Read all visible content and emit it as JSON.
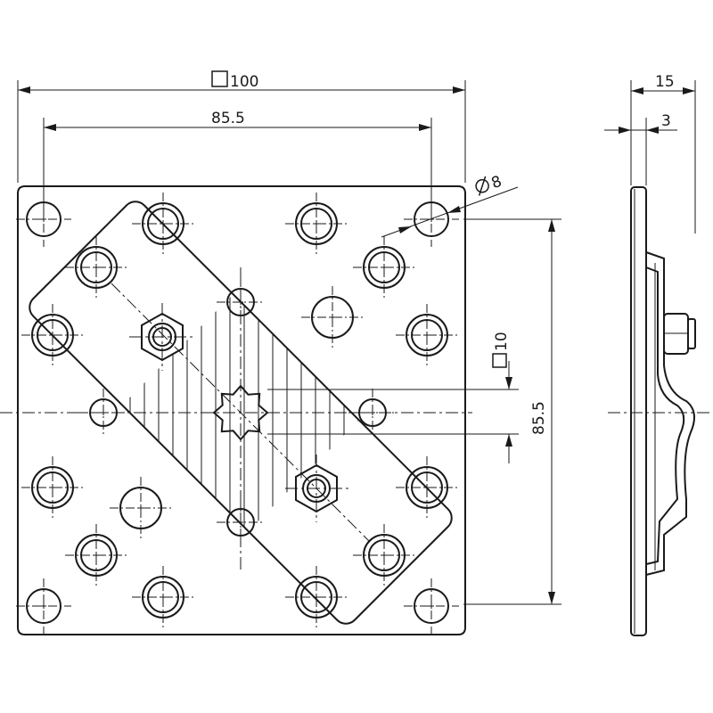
{
  "dimensions": {
    "plate_size": "100",
    "hole_pitch": "85.5",
    "hole_diameter": "8",
    "plate_thickness_total": "15",
    "plate_thickness": "3",
    "square_drive": "10",
    "vertical_pitch": "85.5"
  },
  "colors": {
    "line": "#1a1a1a",
    "background": "#ffffff"
  }
}
